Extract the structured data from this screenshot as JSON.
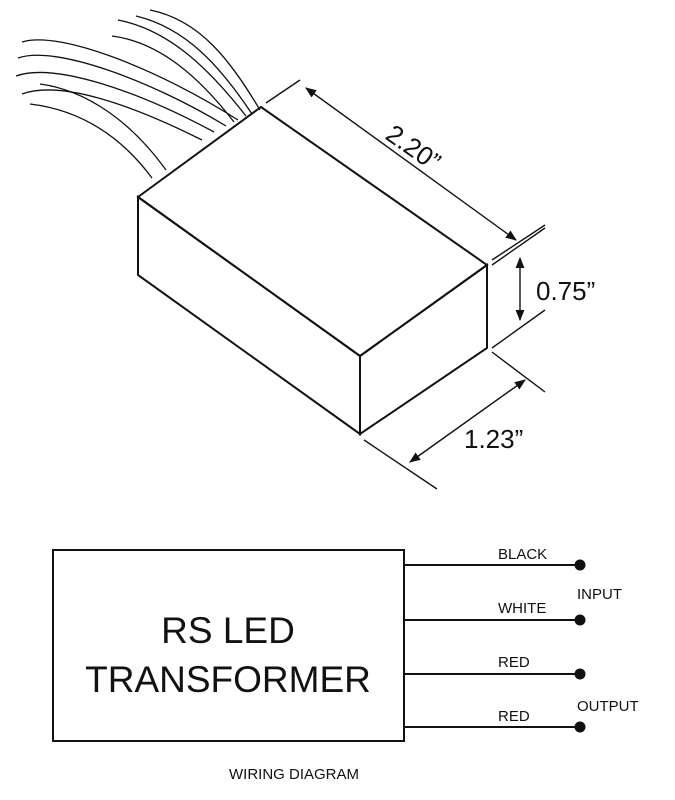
{
  "dimensions": {
    "length": "2.20”",
    "height": "0.75”",
    "width": "1.23”"
  },
  "wiring": {
    "box_line1": "RS LED",
    "box_line2": "TRANSFORMER",
    "wires": [
      {
        "color": "BLACK"
      },
      {
        "color": "WHITE"
      },
      {
        "color": "RED"
      },
      {
        "color": "RED"
      }
    ],
    "group_input": "INPUT",
    "group_output": "OUTPUT",
    "caption": "WIRING DIAGRAM"
  }
}
